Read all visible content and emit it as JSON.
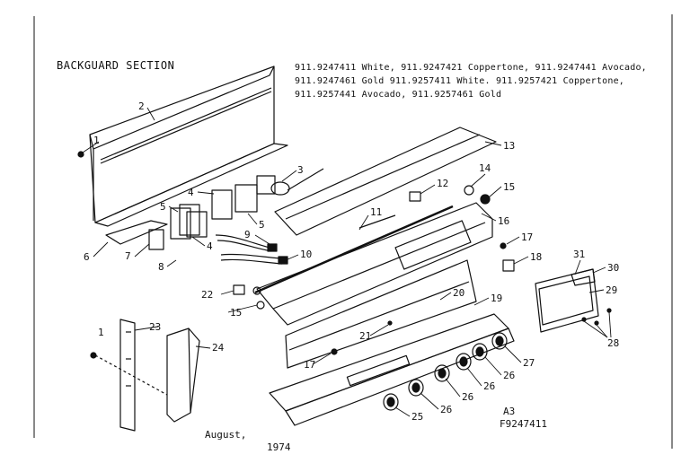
{
  "header": {
    "section_title": "BACKGUARD SECTION",
    "models_line1": "911.9247411 White, 911.9247421 Coppertone, 911.9247441 Avocado,",
    "models_line2": "911.9247461 Gold 911.9257411 White. 911.9257421 Coppertone,",
    "models_line3": "911.9257441 Avocado, 911.9257461 Gold"
  },
  "footer": {
    "code_a": "A3",
    "code_b": "F9247411",
    "date_month": "August,",
    "date_year": "1974"
  },
  "part_labels": {
    "p1a": "1",
    "p2": "2",
    "p3": "3",
    "p4a": "4",
    "p4b": "4",
    "p5a": "5",
    "p5b": "5",
    "p6": "6",
    "p7": "7",
    "p8": "8",
    "p9": "9",
    "p10": "10",
    "p11": "11",
    "p12": "12",
    "p13": "13",
    "p14": "14",
    "p15a": "15",
    "p15b": "15",
    "p16": "16",
    "p17a": "17",
    "p17b": "17",
    "p18": "18",
    "p19": "19",
    "p20": "20",
    "p21": "21",
    "p22": "22",
    "p1b": "1",
    "p23": "23",
    "p24": "24",
    "p25": "25",
    "p26a": "26",
    "p26b": "26",
    "p26c": "26",
    "p26d": "26",
    "p27": "27",
    "p28": "28",
    "p29": "29",
    "p30": "30",
    "p31": "31"
  }
}
